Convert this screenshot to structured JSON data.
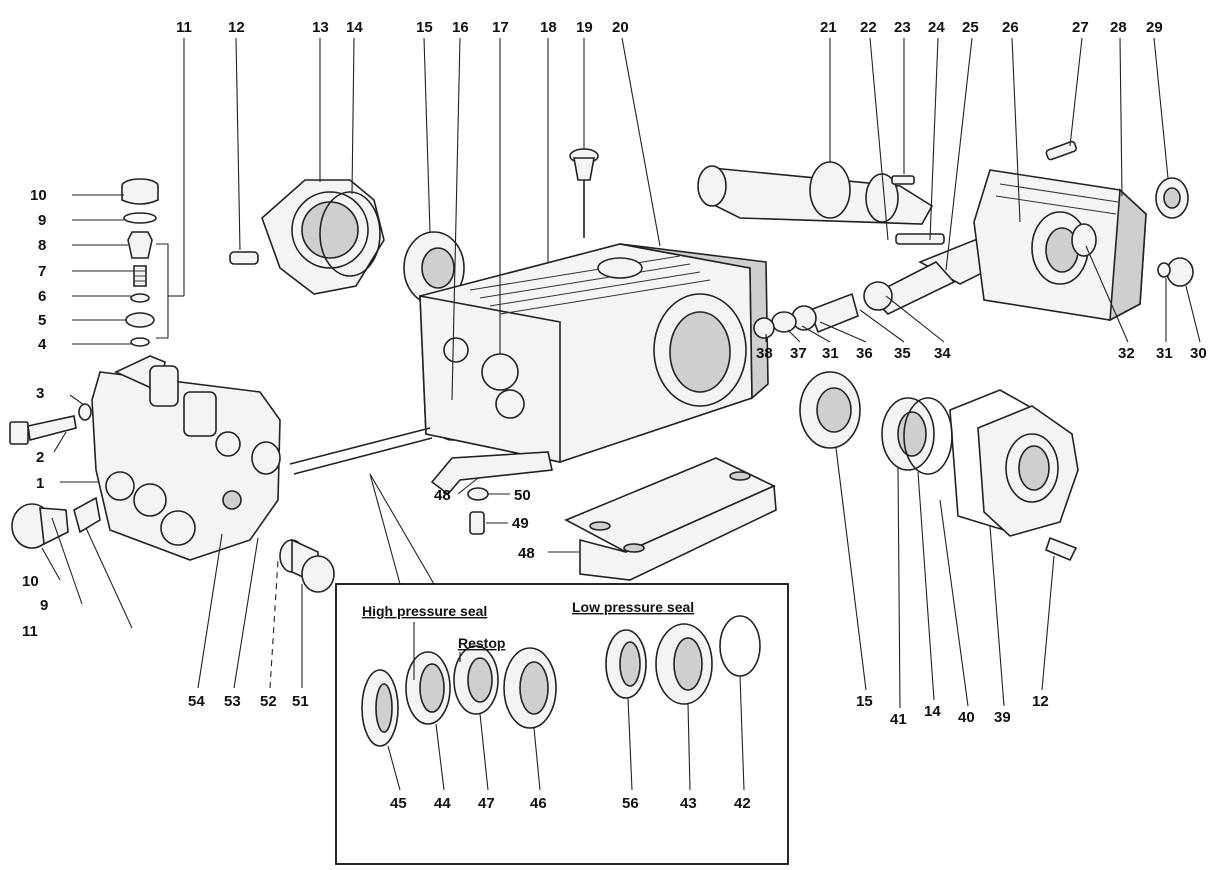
{
  "callouts_top": [
    "11",
    "12",
    "13",
    "14",
    "15",
    "16",
    "17",
    "18",
    "19",
    "20",
    "21",
    "22",
    "23",
    "24",
    "25",
    "26",
    "27",
    "28",
    "29"
  ],
  "callouts_left": [
    "10",
    "9",
    "8",
    "7",
    "6",
    "5",
    "4",
    "3",
    "2",
    "1",
    "10",
    "9",
    "11"
  ],
  "callouts_right_assembly": [
    "38",
    "37",
    "31",
    "36",
    "35",
    "34",
    "32",
    "31",
    "30"
  ],
  "callouts_bottom_left": [
    "54",
    "53",
    "52",
    "51"
  ],
  "callouts_base": [
    "48",
    "50",
    "49",
    "48"
  ],
  "callouts_right_bottom": [
    "15",
    "41",
    "14",
    "40",
    "39",
    "12"
  ],
  "inset": {
    "high_pressure_title": "High pressure seal",
    "restop_title": "Restop",
    "low_pressure_title": "Low pressure seal",
    "callouts": [
      "45",
      "44",
      "47",
      "46",
      "56",
      "43",
      "42"
    ]
  }
}
